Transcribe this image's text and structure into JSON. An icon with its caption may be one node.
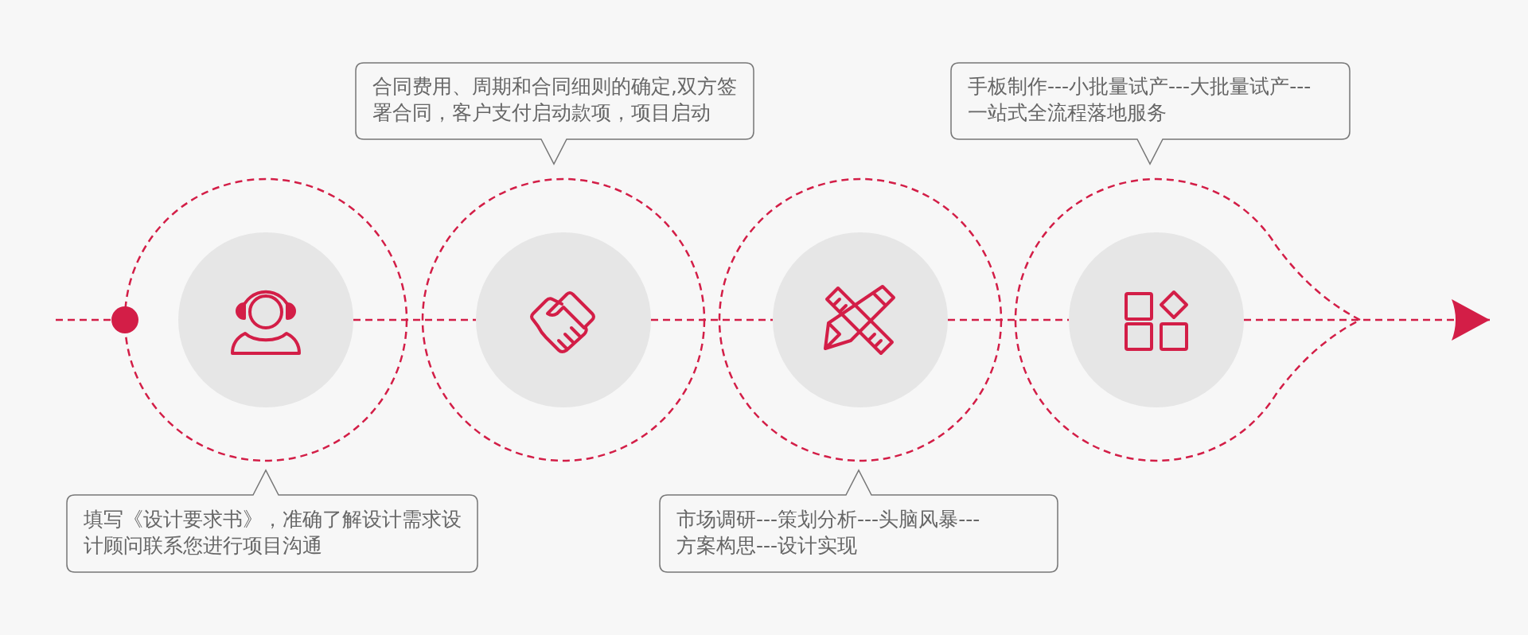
{
  "diagram": {
    "nodes": [
      {
        "text": [],
        "shape": "circle"
      },
      {
        "text": [],
        "shape": "circle"
      },
      {
        "text": [],
        "shape": "circle"
      },
      {
        "text": [],
        "shape": "circle"
      },
      {
        "text": [],
        "shape": "circle"
      },
      {
        "text": [
          "填写《设计要求书》，准确了解设计需求设计顾问联系您进行项目沟通"
        ]
      },
      {
        "text": [
          "合同费用、周期和合同细则的确定,双方签署合同，客户支付启动款项，项目启动"
        ]
      },
      {
        "text": [
          "市场调研---策划分析---头脑风暴---方案构思---设计实现"
        ]
      },
      {
        "text": [
          "手板制作---小批量试产---大批量试产---一站式全流程落地服务"
        ]
      }
    ],
    "edges": [
      {
        "from": null,
        "to": 0,
        "arrow": "none",
        "style": "dashed"
      },
      {
        "from": 1,
        "to": 2,
        "arrow": "none",
        "style": "dashed"
      },
      {
        "from": 2,
        "to": 3,
        "arrow": "none",
        "style": "dashed"
      },
      {
        "from": 3,
        "to": 4,
        "arrow": "none",
        "style": "dashed"
      },
      {
        "from": 4,
        "to": null,
        "arrow": "to",
        "style": "dashed"
      }
    ]
  }
}
